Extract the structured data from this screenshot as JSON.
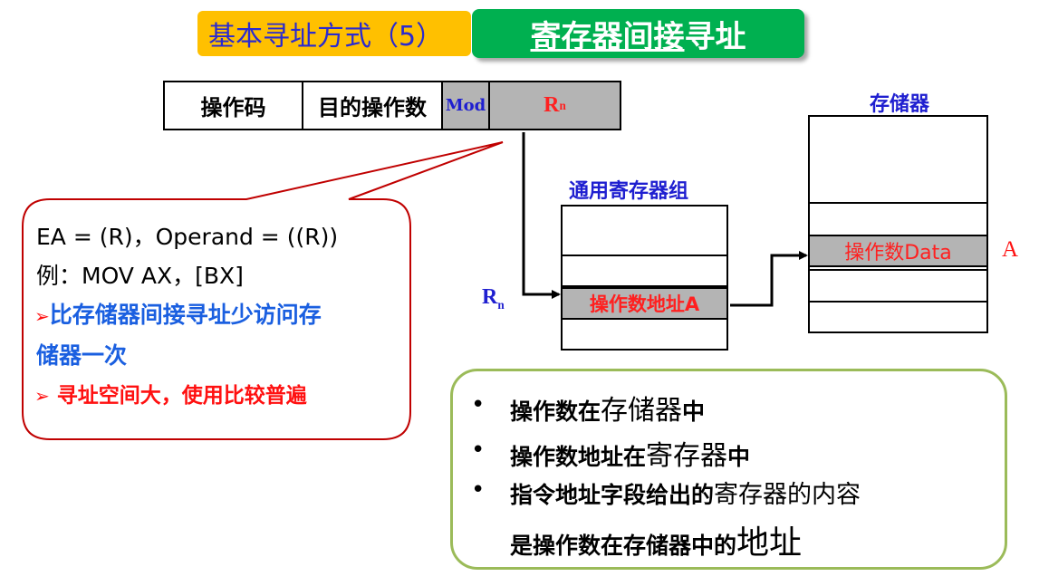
{
  "header": {
    "left_title": "基本寻址方式（5）",
    "right_title_underlined": "寄存器间接",
    "right_title_rest": "寻址"
  },
  "instruction_format": {
    "opcode": "操作码",
    "dest_operand": "目的操作数",
    "mod": "Mod",
    "rn_main": "R",
    "rn_sub": "n"
  },
  "register_group": {
    "label": "通用寄存器组",
    "highlighted_cell": "操作数地址A",
    "pointer_main": "R",
    "pointer_sub": "n"
  },
  "memory": {
    "label": "存储器",
    "highlighted_cell": "操作数Data",
    "address_label": "A"
  },
  "callout": {
    "line1": "EA = (R)，Operand = ((R))",
    "line2": "例：MOV  AX，[BX]",
    "marker": "➢",
    "point1_line1": "比存储器间接寻址少访问存",
    "point1_line2": "储器一次",
    "point2": " 寻址空间大，使用比较普遍"
  },
  "summary": {
    "bullet": "•",
    "item1_bold": "操作数在",
    "item1_rest": "存储器",
    "item1_end": "中",
    "item2_bold": "操作数地址在",
    "item2_rest": "寄存器",
    "item2_end": "中",
    "item3_bold": "指令地址字段给出的",
    "item3_rest": "寄存器的内容",
    "item4_bold": "是操作数在存储器中的",
    "item4_rest": "地址"
  }
}
